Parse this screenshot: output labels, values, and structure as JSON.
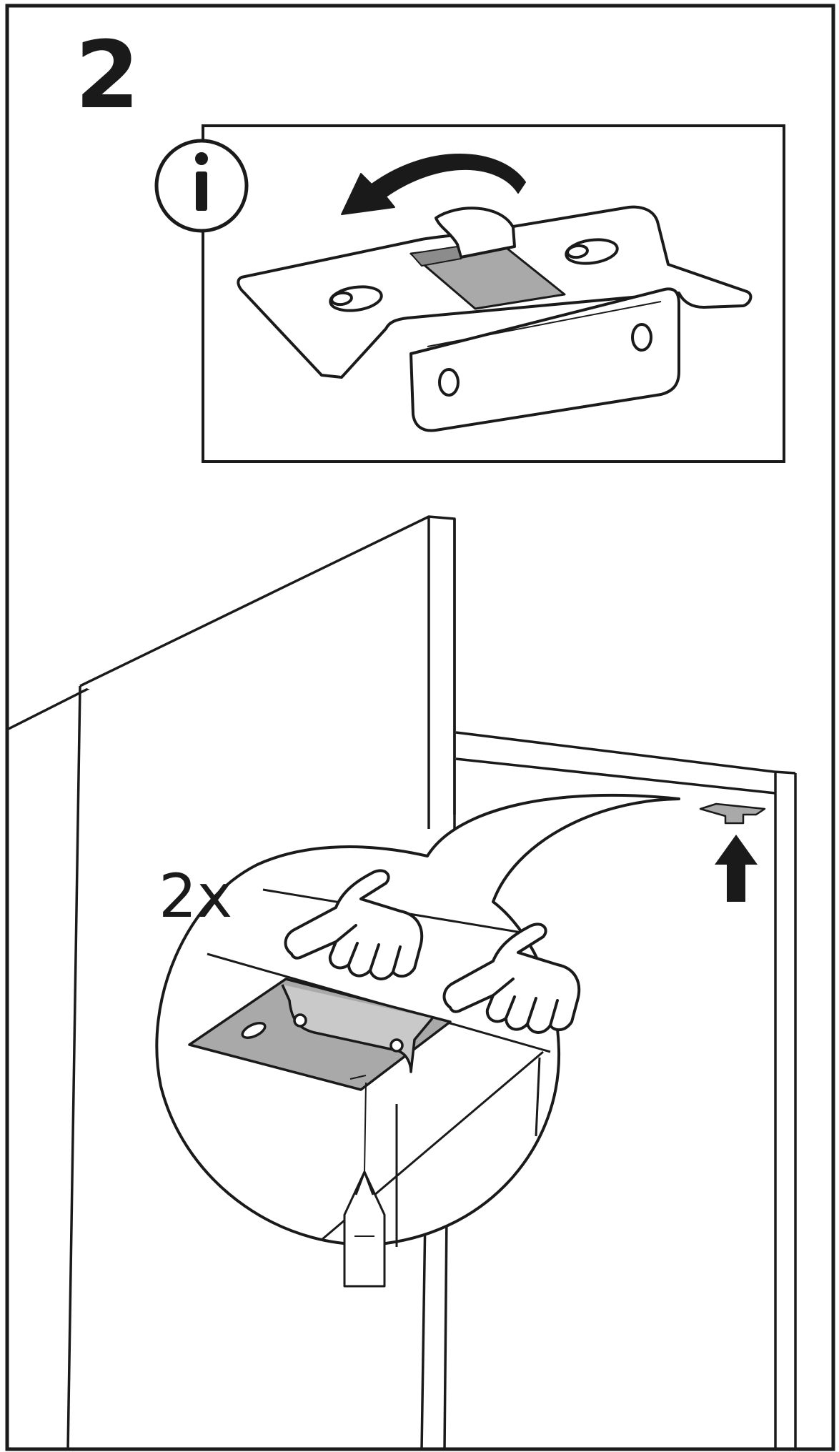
{
  "step": {
    "number": "2"
  },
  "info_panel": {
    "icon": "info-icon",
    "symbol": "i"
  },
  "callout": {
    "quantity": "2x"
  },
  "colors": {
    "line": "#1a1a1a",
    "fill_white": "#ffffff",
    "fill_gray": "#a9a9a9",
    "fill_gray_light": "#c9c9c9"
  }
}
